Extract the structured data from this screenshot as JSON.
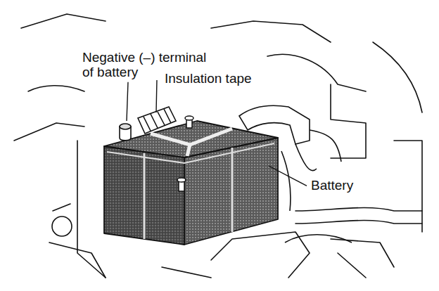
{
  "diagram": {
    "labels": [
      "Negative (–) terminal of battery",
      "Insulation tape",
      "Battery"
    ]
  }
}
